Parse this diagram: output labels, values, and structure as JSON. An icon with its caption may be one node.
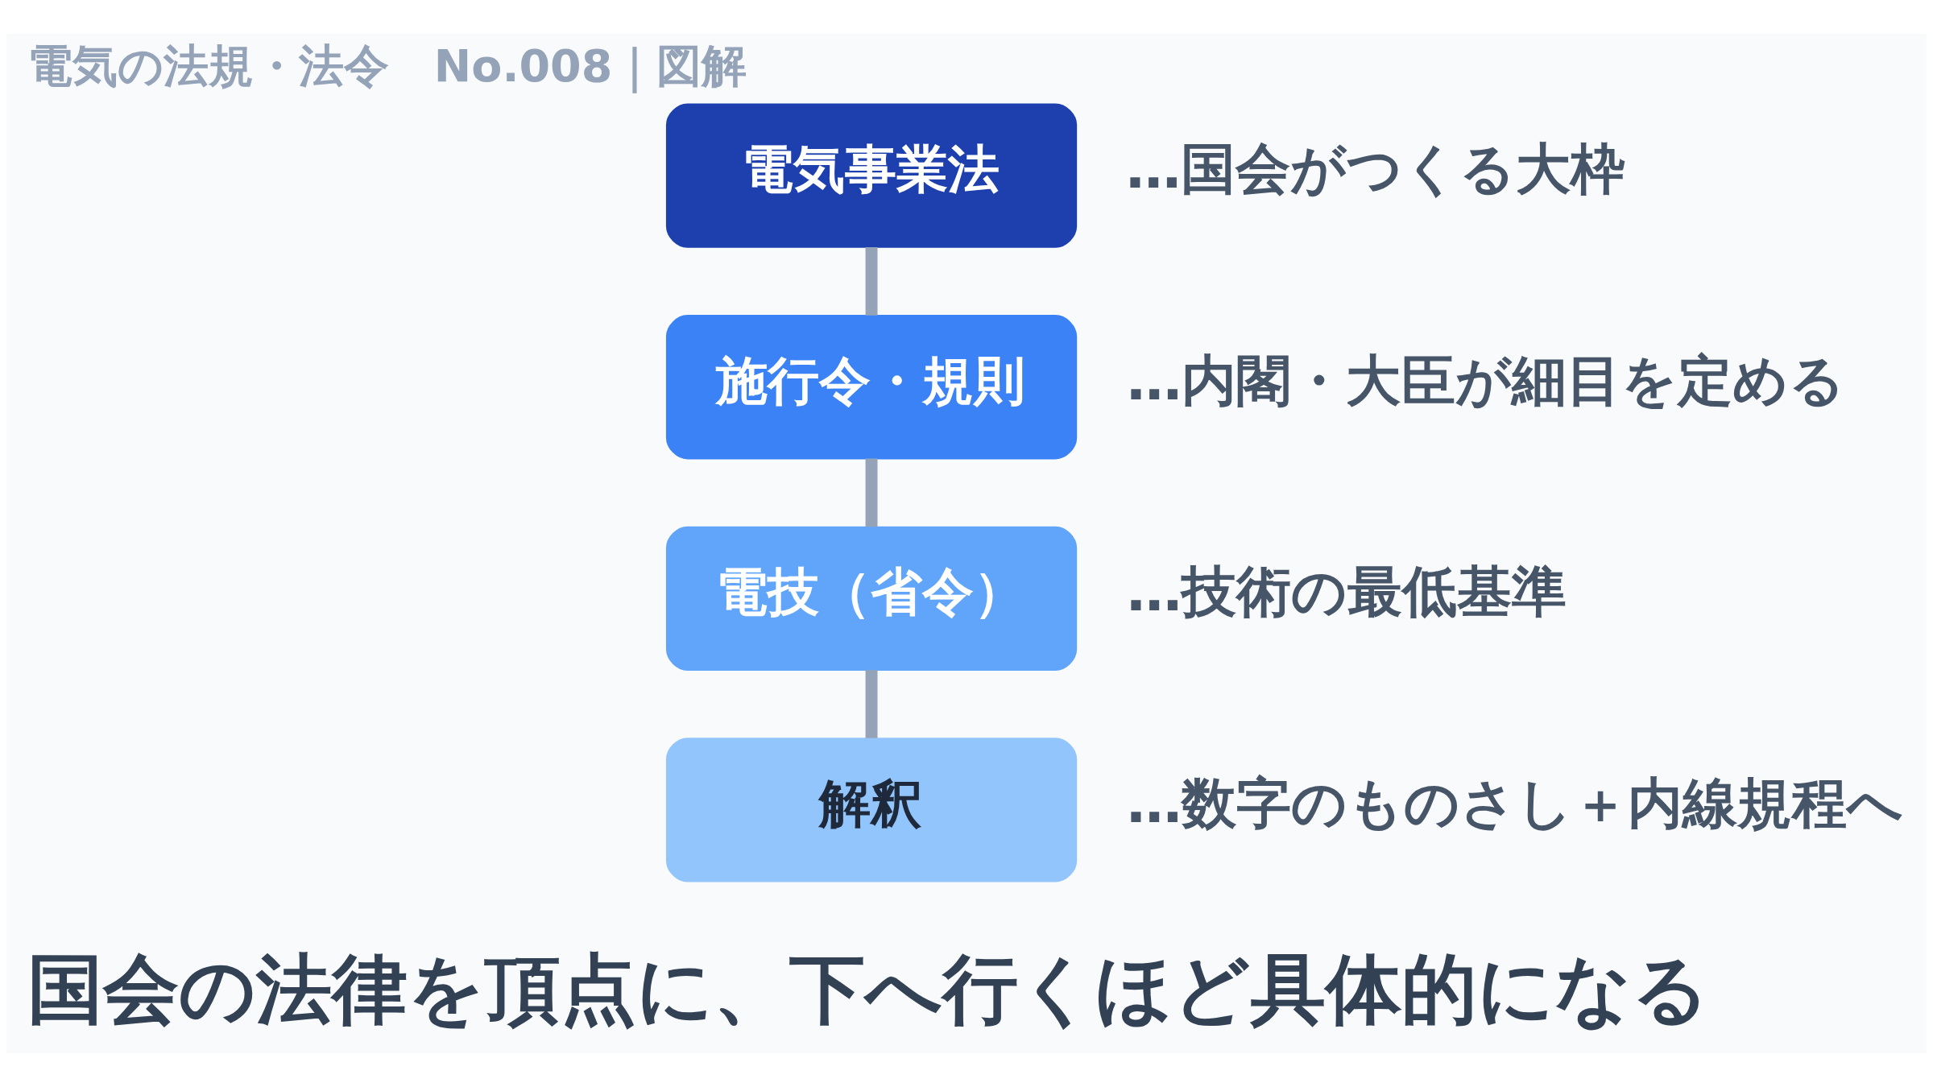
{
  "diagram": {
    "title": "電気の法規・法令　No.008｜図解",
    "caption": "国会の法律を頂点に、下へ行くほど具体的になる",
    "nodes": [
      {
        "text": [
          "電気事業法"
        ],
        "beside": [
          "…国会がつくる大枠"
        ]
      },
      {
        "text": [
          "施行令・規則"
        ],
        "beside": [
          "…内閣・大臣が細目を定める"
        ]
      },
      {
        "text": [
          "電技（省令）"
        ],
        "beside": [
          "…技術の最低基準"
        ]
      },
      {
        "text": [
          "解釈"
        ],
        "beside": [
          "…数字のものさし＋内線規程へ"
        ]
      }
    ],
    "edges": [
      {
        "from": 0,
        "to": 1,
        "arrow": "none"
      },
      {
        "from": 1,
        "to": 2,
        "arrow": "none"
      },
      {
        "from": 2,
        "to": 3,
        "arrow": "none"
      }
    ]
  }
}
